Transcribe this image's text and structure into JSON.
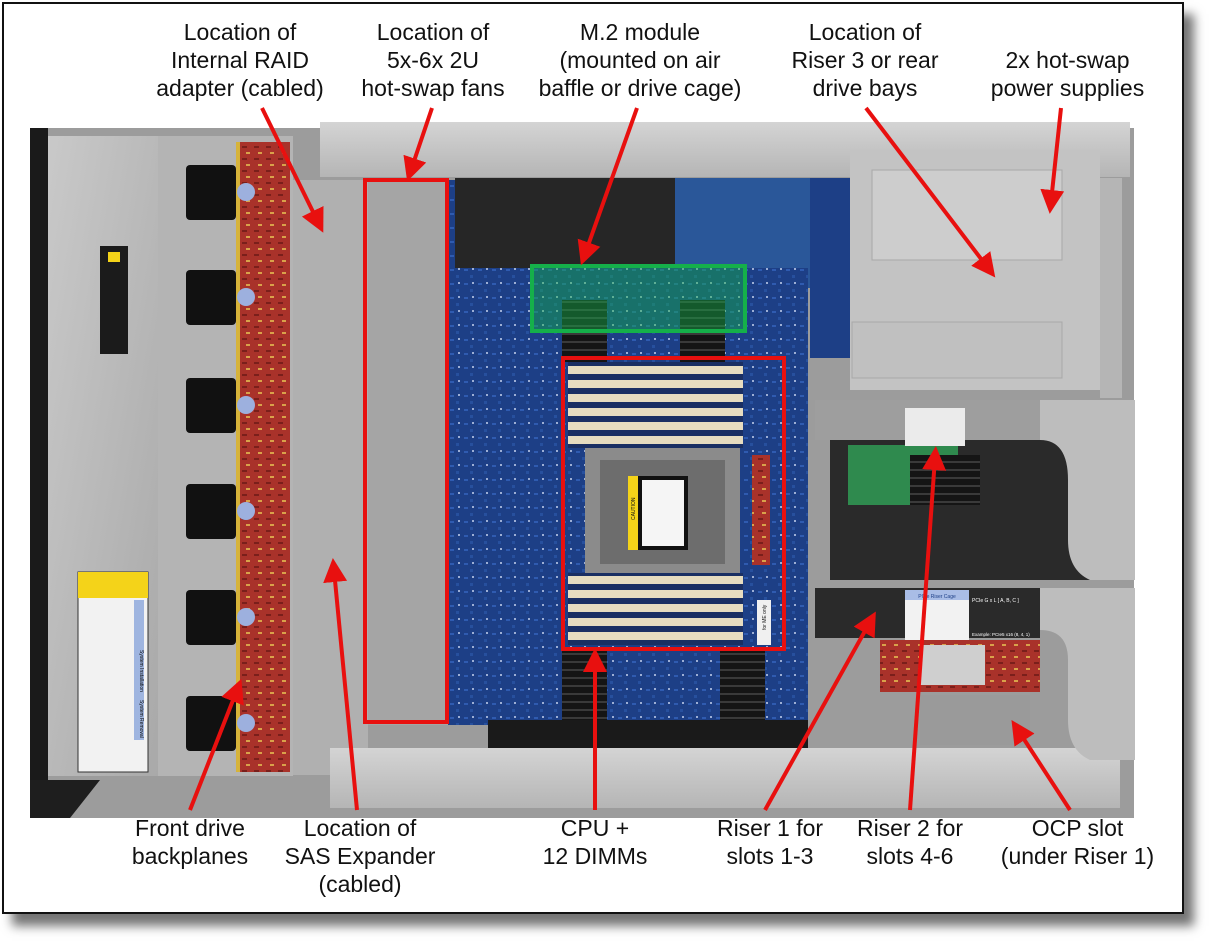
{
  "figure": {
    "title": "Server internal component locations",
    "callout_color": "#e8100f",
    "highlight_color": "#15b04a"
  },
  "labels_top": [
    {
      "id": "raid",
      "lines": [
        "Location of",
        "Internal RAID",
        "adapter (cabled)"
      ]
    },
    {
      "id": "fans",
      "lines": [
        "Location of",
        "5x-6x 2U",
        "hot-swap fans"
      ]
    },
    {
      "id": "m2",
      "lines": [
        "M.2 module",
        "(mounted on air",
        "baffle or drive cage)"
      ]
    },
    {
      "id": "riser3",
      "lines": [
        "Location of",
        "Riser 3 or rear",
        "drive bays"
      ]
    },
    {
      "id": "psu",
      "lines": [
        "2x hot-swap",
        "power supplies"
      ]
    }
  ],
  "labels_bottom": [
    {
      "id": "backplanes",
      "lines": [
        "Front drive",
        "backplanes"
      ]
    },
    {
      "id": "sas",
      "lines": [
        "Location of",
        "SAS Expander",
        "(cabled)"
      ]
    },
    {
      "id": "cpu",
      "lines": [
        "CPU +",
        "12 DIMMs"
      ]
    },
    {
      "id": "riser1",
      "lines": [
        "Riser 1 for",
        "slots 1-3"
      ]
    },
    {
      "id": "riser2",
      "lines": [
        "Riser 2 for",
        "slots 4-6"
      ]
    },
    {
      "id": "ocp",
      "lines": [
        "OCP slot",
        "(under Riser 1)"
      ]
    }
  ],
  "photo_text": {
    "caution": "CAUTION",
    "dimm_note": "for ME only",
    "riser_cage_label": "PCIe Riser Cage",
    "pcie_spec": "PCIe G  x L  [ A, B, C ]",
    "pcie_example": "Example: PCIe5 x16 (8, 4, 1)",
    "drive_label_1": "System Installation",
    "drive_label_2": "System Removal"
  }
}
